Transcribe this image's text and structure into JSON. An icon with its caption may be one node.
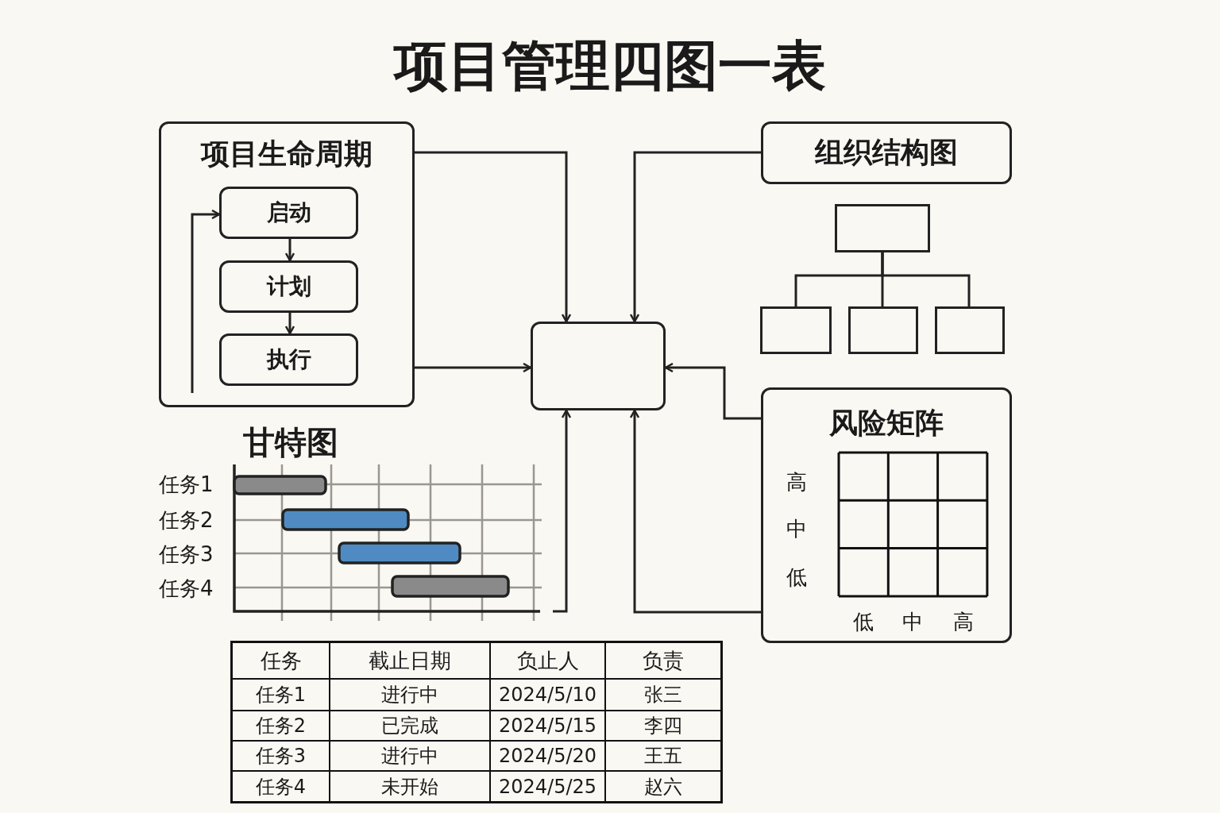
{
  "diagram": {
    "title": "项目管理四图一表",
    "nodes": [
      {
        "text": [
          "项目生命周期"
        ]
      },
      {
        "text": [
          "启动"
        ],
        "in": 0
      },
      {
        "text": [
          "计划"
        ],
        "in": 0
      },
      {
        "text": [
          "执行"
        ],
        "in": 0
      },
      {
        "text": [],
        "shape": "box"
      },
      {
        "text": [
          "组织结构图"
        ]
      },
      {
        "text": [],
        "shape": "box"
      },
      {
        "text": [],
        "shape": "box"
      },
      {
        "text": [],
        "shape": "box"
      },
      {
        "text": [],
        "shape": "box"
      },
      {
        "text": [
          "风险矩阵"
        ]
      },
      {
        "text": [
          "甘特图"
        ]
      }
    ],
    "edges": [
      {
        "from": 0,
        "to": 4,
        "arrow": "to"
      },
      {
        "from": 0,
        "to": 4,
        "arrow": "to"
      },
      {
        "from": 5,
        "to": 4,
        "arrow": "to"
      },
      {
        "from": 10,
        "to": 4,
        "arrow": "to"
      },
      {
        "from": 10,
        "to": 4,
        "arrow": "to"
      },
      {
        "from": 11,
        "to": 4,
        "arrow": "to"
      },
      {
        "from": 1,
        "to": 2,
        "arrow": "to"
      },
      {
        "from": 2,
        "to": 3,
        "arrow": "to"
      },
      {
        "from": null,
        "to": 1,
        "arrow": "to"
      },
      {
        "from": 6,
        "to": 7,
        "arrow": "none"
      },
      {
        "from": 6,
        "to": 8,
        "arrow": "none"
      },
      {
        "from": 6,
        "to": 9,
        "arrow": "none"
      }
    ],
    "labels": [
      "任务1",
      "任务2",
      "任务3",
      "任务4",
      "高",
      "中",
      "低",
      "低",
      "中",
      "高",
      "任务",
      "截止日期",
      "负止人",
      "负责",
      "任务1",
      "进行中",
      "2024/5/10",
      "张三",
      "任务2",
      "已完成",
      "2024/5/15",
      "李四",
      "任务3",
      "进行中",
      "2024/5/20",
      "王五",
      "任务4",
      "未开始",
      "2024/5/25",
      "赵六"
    ]
  }
}
